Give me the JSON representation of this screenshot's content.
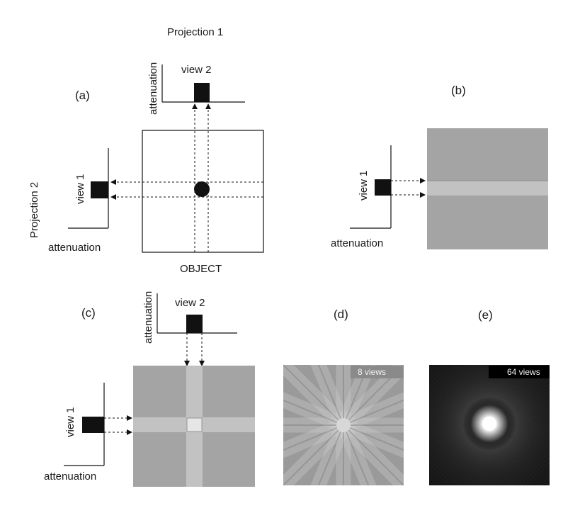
{
  "figure": {
    "projection1": "Projection 1",
    "projection2": "Projection 2",
    "object_label": "OBJECT",
    "axis_label": "attenuation",
    "view1": "view 1",
    "view2": "view 2",
    "panels": {
      "a": "(a)",
      "b": "(b)",
      "c": "(c)",
      "d": "(d)",
      "e": "(e)"
    },
    "d_views": "8 views",
    "e_views": "64 views",
    "d_angle_count": 8,
    "e_angle_count": 64
  },
  "colors": {
    "background": "#ffffff",
    "ink": "#111111",
    "gray_field": "#a4a4a4",
    "band": "#c2c2c2",
    "dark_field": "#050505"
  }
}
